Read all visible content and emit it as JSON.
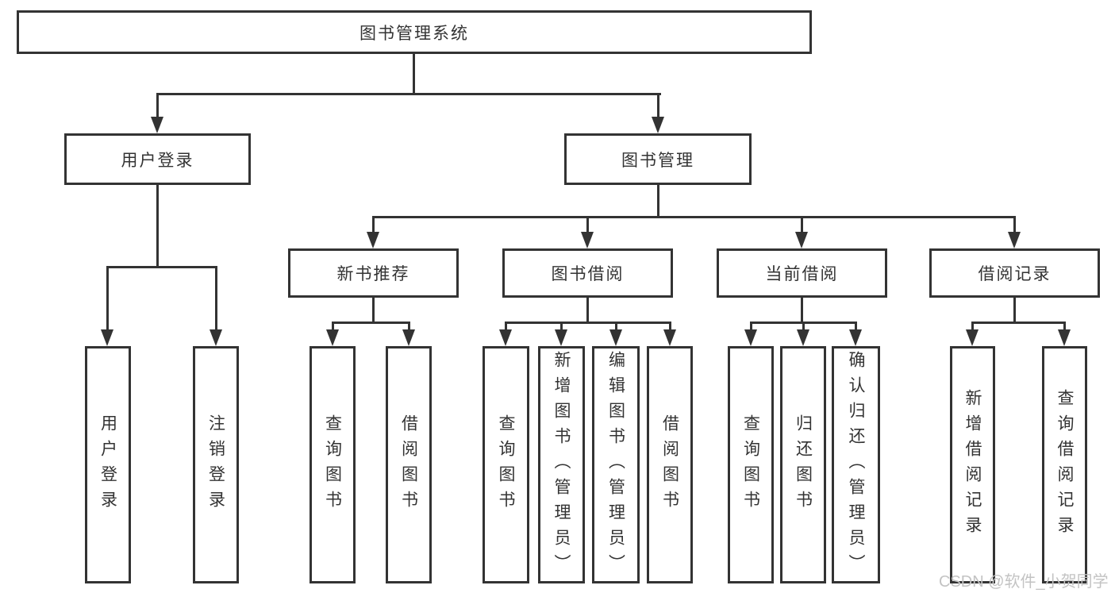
{
  "diagram": {
    "root_label": "图书管理系统",
    "watermark": "CSDN @软件_小贺同学",
    "line_color": "#333333",
    "branches": [
      {
        "label": "用户登录",
        "leaves": [
          "用户登录",
          "注销登录"
        ]
      },
      {
        "label": "图书管理",
        "sections": [
          {
            "label": "新书推荐",
            "leaves": [
              "查询图书",
              "借阅图书"
            ]
          },
          {
            "label": "图书借阅",
            "leaves": [
              "查询图书",
              "新增图书（管理员）",
              "编辑图书（管理员）",
              "借阅图书"
            ]
          },
          {
            "label": "当前借阅",
            "leaves": [
              "查询图书",
              "归还图书",
              "确认归还（管理员）"
            ]
          },
          {
            "label": "借阅记录",
            "leaves": [
              "新增借阅记录",
              "查询借阅记录"
            ]
          }
        ]
      }
    ]
  }
}
